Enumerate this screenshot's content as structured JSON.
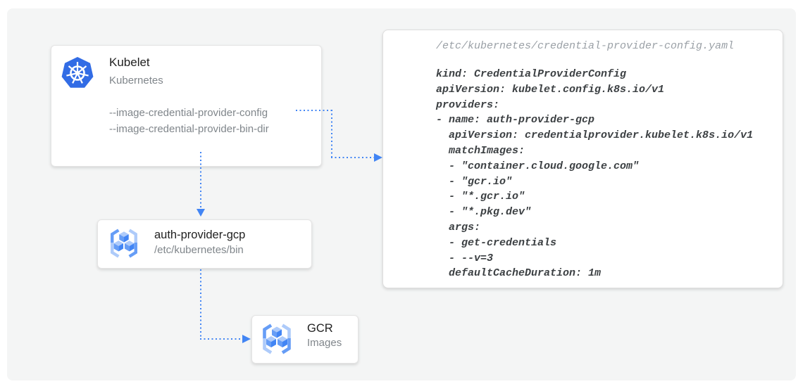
{
  "nodes": {
    "kubelet": {
      "title": "Kubelet",
      "subtitle": "Kubernetes",
      "flags": [
        "--image-credential-provider-config",
        "--image-credential-provider-bin-dir"
      ],
      "icon": "kubernetes-logo"
    },
    "auth_provider_gcp": {
      "title": "auth-provider-gcp",
      "subtitle": "/etc/kubernetes/bin",
      "icon": "container-registry"
    },
    "gcr": {
      "title": "GCR",
      "subtitle": "Images",
      "icon": "container-registry"
    }
  },
  "code_panel": {
    "filename": "/etc/kubernetes/credential-provider-config.yaml",
    "code": "kind: CredentialProviderConfig\napiVersion: kubelet.config.k8s.io/v1\nproviders:\n- name: auth-provider-gcp\n  apiVersion: credentialprovider.kubelet.k8s.io/v1\n  matchImages:\n  - \"container.cloud.google.com\"\n  - \"gcr.io\"\n  - \"*.gcr.io\"\n  - \"*.pkg.dev\"\n  args:\n  - get-credentials\n  - --v=3\n  defaultCacheDuration: 1m"
  },
  "colors": {
    "arrow_blue": "#4285f4",
    "kubernetes_blue": "#326ce5",
    "registry_dark": "#4285f4",
    "registry_medium": "#669df6",
    "registry_light": "#aecbfa",
    "title_text": "#212121",
    "secondary_text": "#80868b",
    "code_text": "#3c4043",
    "code_header_text": "#9aa0a6",
    "canvas_background": "#f4f5f5",
    "card_background": "#ffffff"
  }
}
